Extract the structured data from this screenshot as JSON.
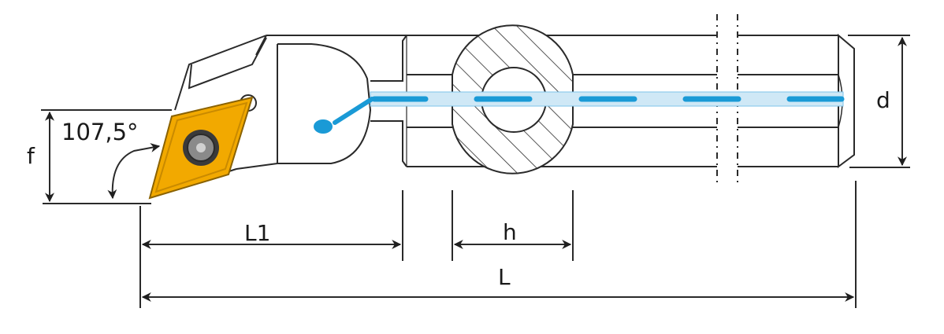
{
  "drawing": {
    "title_hidden": "",
    "labels": {
      "angle": "107,5°",
      "f": "f",
      "d": "d",
      "L1": "L1",
      "h": "h",
      "L": "L"
    },
    "colors": {
      "outline": "#2a2a2a",
      "insert": "#f2a900",
      "insert_edge": "#c98a00",
      "coolant": "#1a9ad6",
      "coolant_light": "#cfe8f6",
      "screw": "#555555",
      "arrow": "#1f1f1f"
    },
    "icons": {
      "insert": "rhombic-insert-icon",
      "screw": "torx-screw-icon",
      "coolant": "coolant-channel-icon"
    }
  }
}
